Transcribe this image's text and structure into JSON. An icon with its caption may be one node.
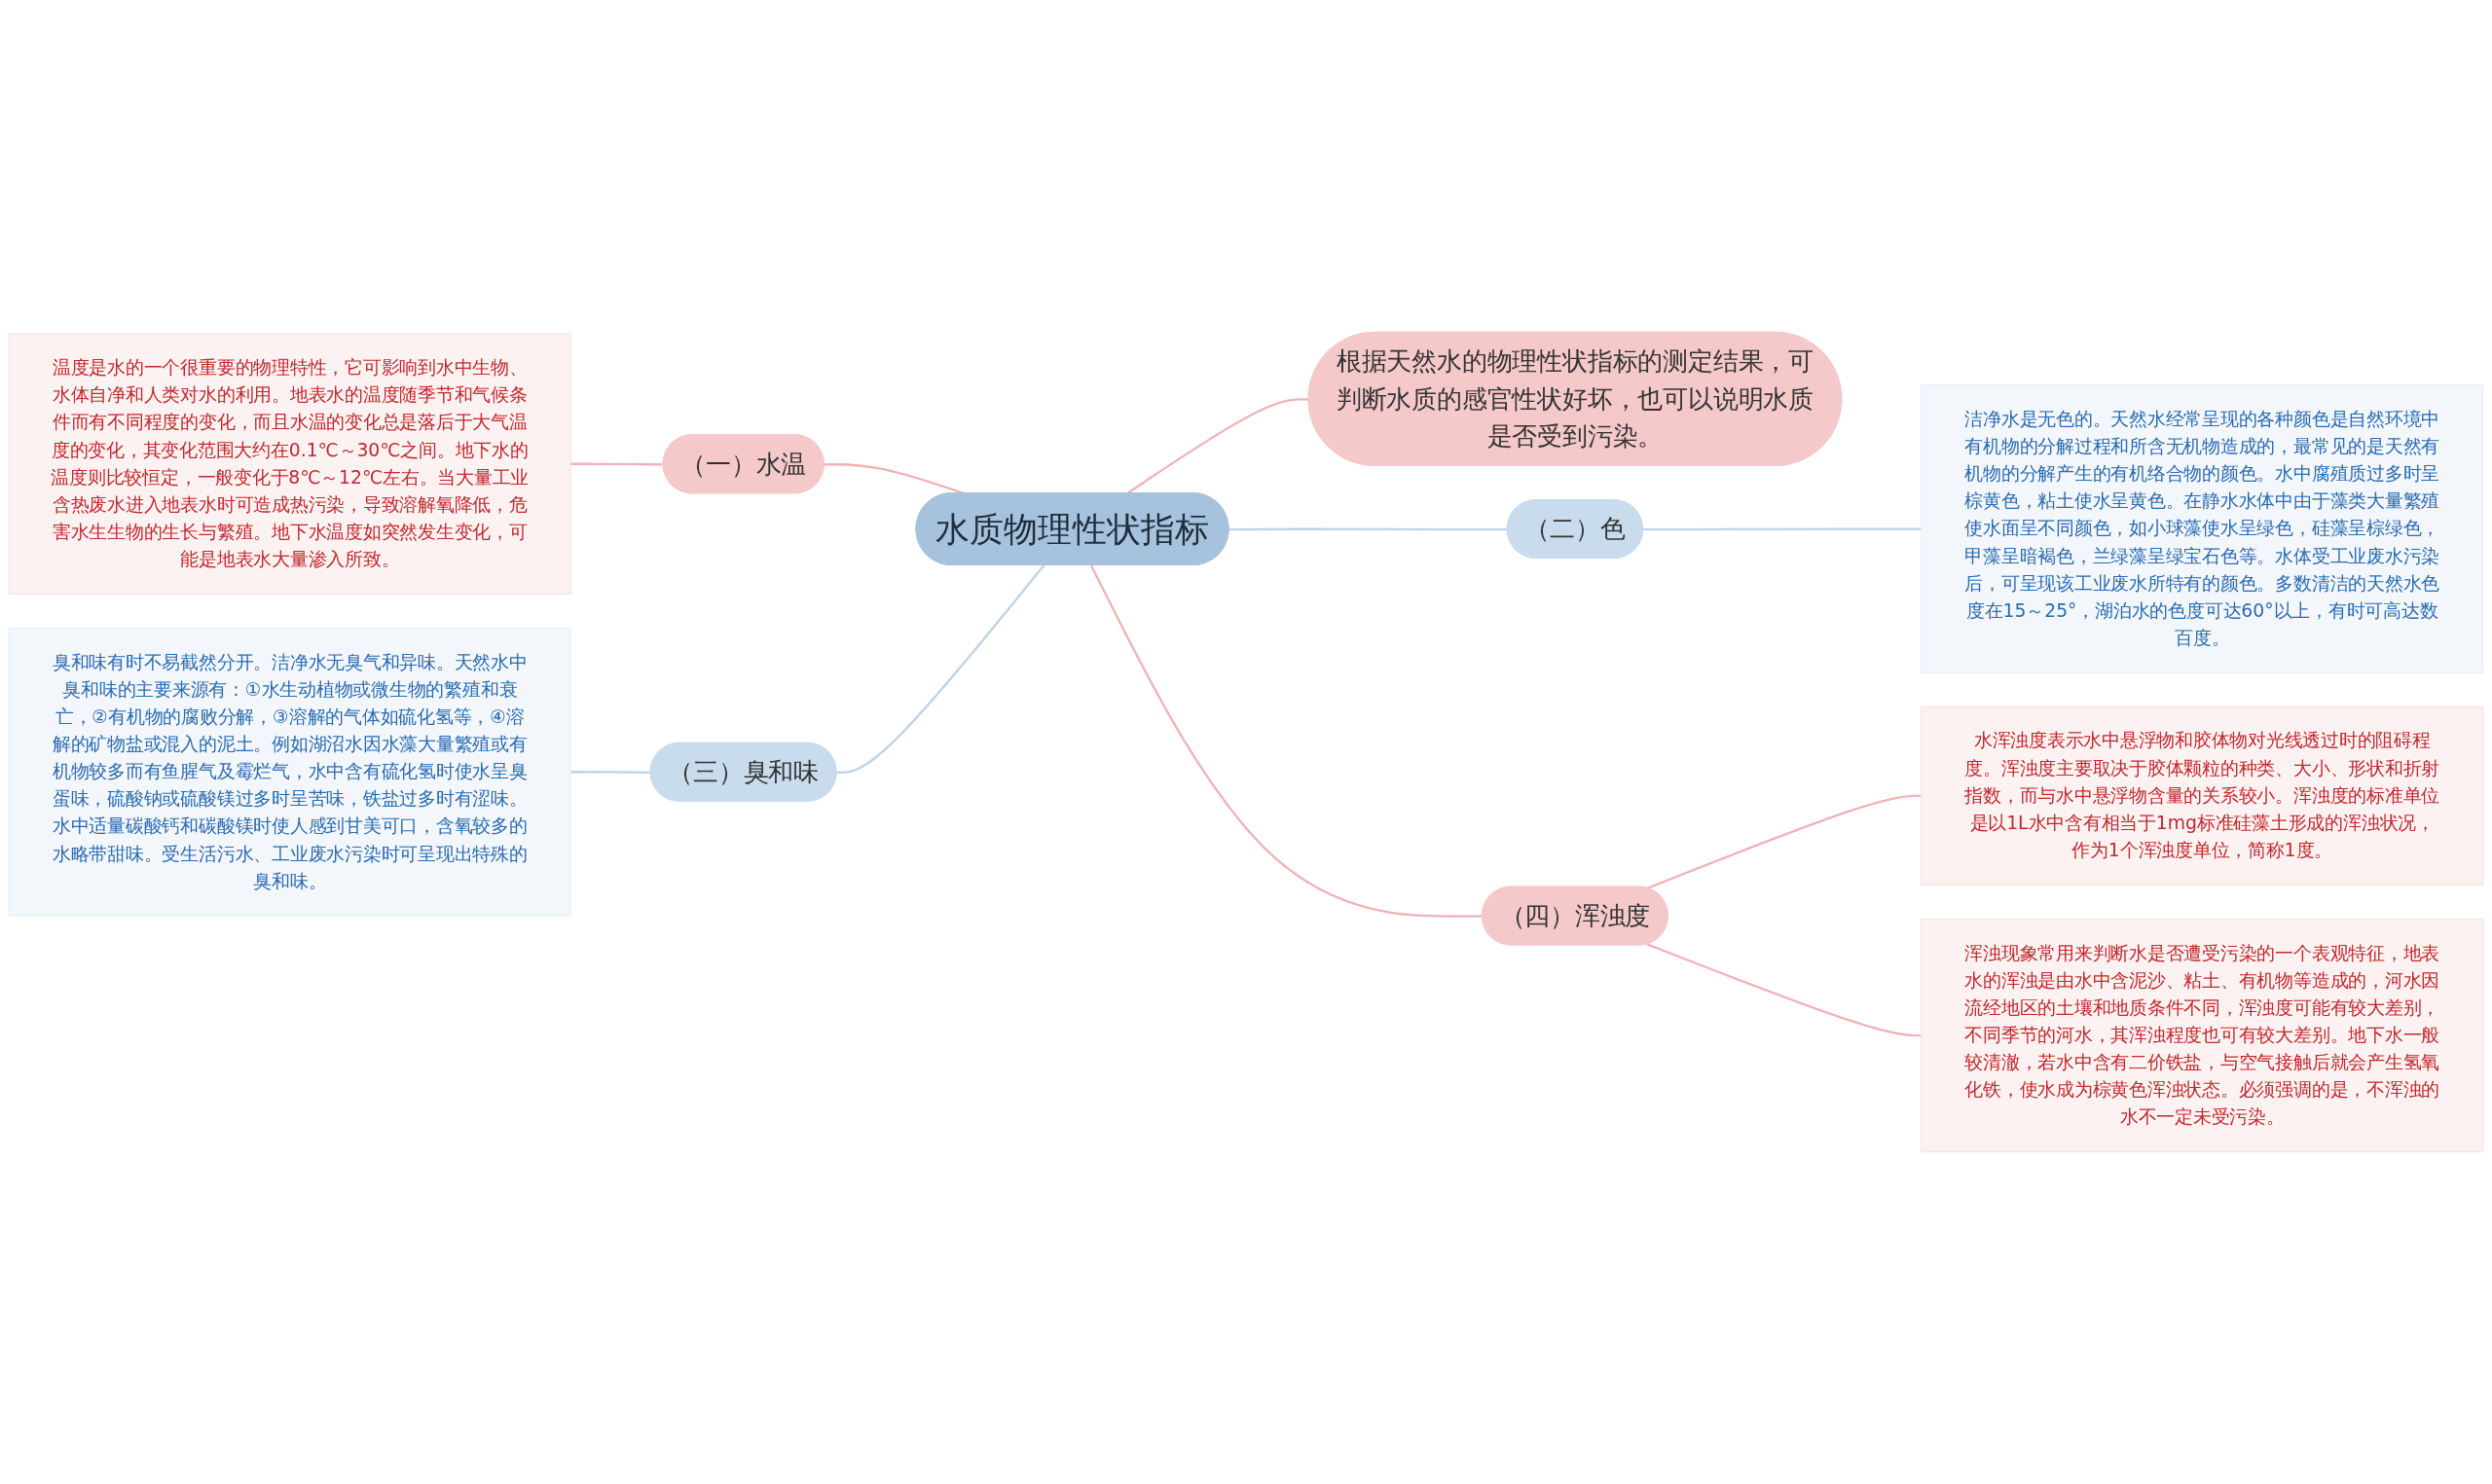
{
  "diagram": {
    "nodes": [
      {
        "text": [
          "水质物理性状指标"
        ]
      },
      {
        "text": [
          "根据天然水的物理性状指标的测定结果，可判断水质的感官性状好坏，也可以说明水质是否受到污染。"
        ]
      },
      {
        "text": [
          "（二）色"
        ]
      },
      {
        "text": [
          "洁净水是无色的。天然水经常呈现的各种颜色是自然环境中有机物的分解过程和所含无机物造成的，最常见的是天然有机物的分解产生的有机络合物的颜色。水中腐殖质过多时呈棕黄色，粘土使水呈黄色。在静水水体中由于藻类大量繁殖使水面呈不同颜色，如小球藻使水呈绿色，硅藻呈棕绿色，甲藻呈暗褐色，兰绿藻呈绿宝石色等。水体受工业废水污染后，可呈现该工业废水所特有的颜色。多数清洁的天然水色度在15～25°，湖泊水的色度可达60°以上，有时可高达数百度。"
        ]
      },
      {
        "text": [
          "（四）浑浊度"
        ]
      },
      {
        "text": [
          "水浑浊度表示水中悬浮物和胶体物对光线透过时的阻碍程度。浑浊度主要取决于胶体颗粒的种类、大小、形状和折射指数，而与水中悬浮物含量的关系较小。浑浊度的标准单位是以1L水中含有相当于1mg标准硅藻土形成的浑浊状况，作为1个浑浊度单位，简称1度。"
        ]
      },
      {
        "text": [
          "浑浊现象常用来判断水是否遭受污染的一个表观特征，地表水的浑浊是由水中含泥沙、粘土、有机物等造成的，河水因流经地区的土壤和地质条件不同，浑浊度可能有较大差别，不同季节的河水，其浑浊程度也可有较大差别。地下水一般较清澈，若水中含有二价铁盐，与空气接触后就会产生氢氧化铁，使水成为棕黄色浑浊状态。必须强调的是，不浑浊的水不一定未受污染。"
        ]
      },
      {
        "text": [
          "（一）水温"
        ]
      },
      {
        "text": [
          "温度是水的一个很重要的物理特性，它可影响到水中生物、水体自净和人类对水的利用。地表水的温度随季节和气候条件而有不同程度的变化，而且水温的变化总是落后于大气温度的变化，其变化范围大约在0.1℃～30℃之间。地下水的温度则比较恒定，一般变化于8℃～12℃左右。当大量工业含热废水进入地表水时可造成热污染，导致溶解氧降低，危害水生生物的生长与繁殖。地下水温度如突然发生变化，可能是地表水大量渗入所致。"
        ]
      },
      {
        "text": [
          "（三）臭和味"
        ]
      },
      {
        "text": [
          "臭和味有时不易截然分开。洁净水无臭气和异味。天然水中臭和味的主要来源有：①水生动植物或微生物的繁殖和衰亡，②有机物的腐败分解，③溶解的气体如硫化氢等，④溶解的矿物盐或混入的泥土。例如湖沼水因水藻大量繁殖或有机物较多而有鱼腥气及霉烂气，水中含有硫化氢时使水呈臭蛋味，硫酸钠或硫酸镁过多时呈苦味，铁盐过多时有涩味。水中适量碳酸钙和碳酸镁时使人感到甘美可口，含氧较多的水略带甜味。受生活污水、工业废水污染时可呈现出特殊的臭和味。"
        ]
      }
    ],
    "edges": [
      {
        "from": 0,
        "to": 1,
        "arrow": "none"
      },
      {
        "from": 0,
        "to": 2,
        "arrow": "none",
        "color": "#bcd3e8"
      },
      {
        "from": 2,
        "to": 3,
        "arrow": "none",
        "color": "#bcd3e8"
      },
      {
        "from": 0,
        "to": 4,
        "arrow": "none"
      },
      {
        "from": 4,
        "to": 5,
        "arrow": "none"
      },
      {
        "from": 4,
        "to": 6,
        "arrow": "none"
      },
      {
        "from": 0,
        "to": 7,
        "arrow": "none"
      },
      {
        "from": 7,
        "to": 8,
        "arrow": "none"
      },
      {
        "from": 0,
        "to": 9,
        "arrow": "none",
        "color": "#bcd3e8"
      },
      {
        "from": 9,
        "to": 10,
        "arrow": "none",
        "color": "#bcd3e8"
      }
    ]
  }
}
